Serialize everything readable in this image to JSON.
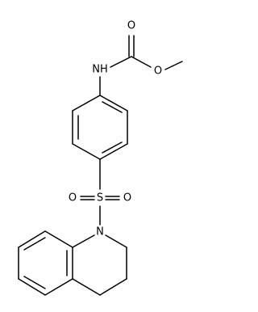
{
  "molecule": {
    "atoms": {
      "o_carbonyl": "O",
      "o_ester": "O",
      "n_amide": "NH",
      "s_sulfonyl": "S",
      "o_sulfonyl_left": "O",
      "o_sulfonyl_right": "O",
      "n_ring": "N"
    }
  },
  "colors": {
    "bond": "#000000",
    "text": "#000000",
    "background": "#ffffff"
  }
}
